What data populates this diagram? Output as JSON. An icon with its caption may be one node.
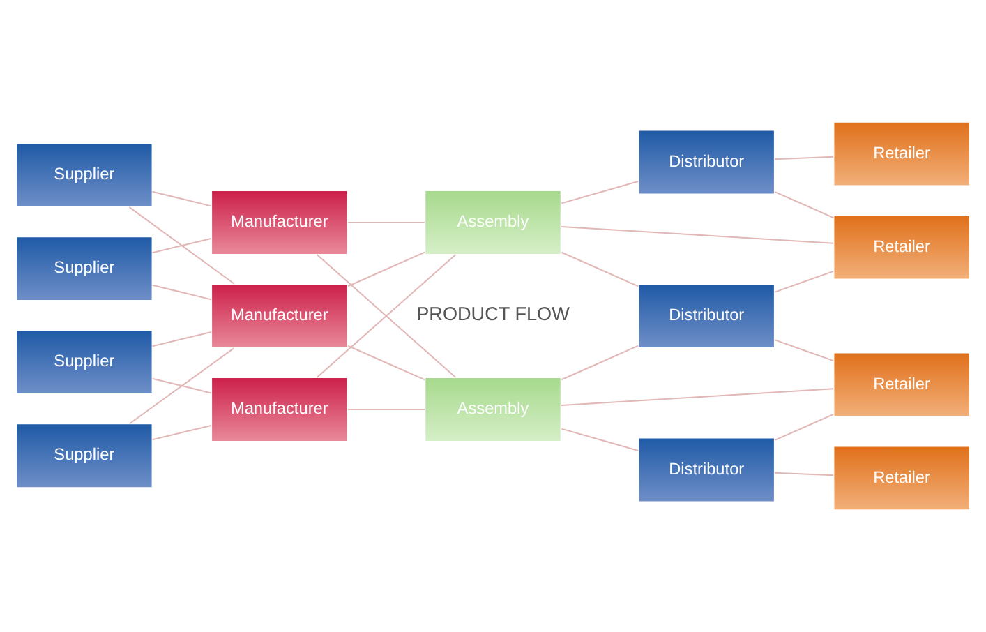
{
  "diagram": {
    "nodes": [
      {
        "text": [
          "Supplier"
        ]
      },
      {
        "text": [
          "Supplier"
        ]
      },
      {
        "text": [
          "Supplier"
        ]
      },
      {
        "text": [
          "Supplier"
        ]
      },
      {
        "text": [
          "Manufacturer"
        ]
      },
      {
        "text": [
          "Manufacturer"
        ]
      },
      {
        "text": [
          "Manufacturer"
        ]
      },
      {
        "text": [
          "Assembly"
        ]
      },
      {
        "text": [
          "Assembly"
        ]
      },
      {
        "text": [
          "Distributor"
        ]
      },
      {
        "text": [
          "Distributor"
        ]
      },
      {
        "text": [
          "Distributor"
        ]
      },
      {
        "text": [
          "Retailer"
        ]
      },
      {
        "text": [
          "Retailer"
        ]
      },
      {
        "text": [
          "Retailer"
        ]
      },
      {
        "text": [
          "Retailer"
        ]
      }
    ],
    "edges": [
      {
        "from": 0,
        "to": 4,
        "arrow": "none"
      },
      {
        "from": 0,
        "to": 5,
        "arrow": "none"
      },
      {
        "from": 1,
        "to": 4,
        "arrow": "none"
      },
      {
        "from": 1,
        "to": 5,
        "arrow": "none"
      },
      {
        "from": 2,
        "to": 5,
        "arrow": "none"
      },
      {
        "from": 2,
        "to": 6,
        "arrow": "none"
      },
      {
        "from": 3,
        "to": 5,
        "arrow": "none"
      },
      {
        "from": 3,
        "to": 6,
        "arrow": "none"
      },
      {
        "from": 4,
        "to": 7,
        "arrow": "none"
      },
      {
        "from": 4,
        "to": 8,
        "arrow": "none"
      },
      {
        "from": 5,
        "to": 7,
        "arrow": "none"
      },
      {
        "from": 5,
        "to": 8,
        "arrow": "none"
      },
      {
        "from": 6,
        "to": 7,
        "arrow": "none"
      },
      {
        "from": 6,
        "to": 8,
        "arrow": "none"
      },
      {
        "from": 7,
        "to": 9,
        "arrow": "none"
      },
      {
        "from": 7,
        "to": 10,
        "arrow": "none"
      },
      {
        "from": 7,
        "to": 13,
        "arrow": "none"
      },
      {
        "from": 8,
        "to": 10,
        "arrow": "none"
      },
      {
        "from": 8,
        "to": 11,
        "arrow": "none"
      },
      {
        "from": 8,
        "to": 14,
        "arrow": "none"
      },
      {
        "from": 9,
        "to": 12,
        "arrow": "none"
      },
      {
        "from": 9,
        "to": 13,
        "arrow": "none"
      },
      {
        "from": 10,
        "to": 13,
        "arrow": "none"
      },
      {
        "from": 10,
        "to": 14,
        "arrow": "none"
      },
      {
        "from": 11,
        "to": 14,
        "arrow": "none"
      },
      {
        "from": 11,
        "to": 15,
        "arrow": "none"
      }
    ],
    "labels": [
      "PRODUCT FLOW"
    ]
  }
}
